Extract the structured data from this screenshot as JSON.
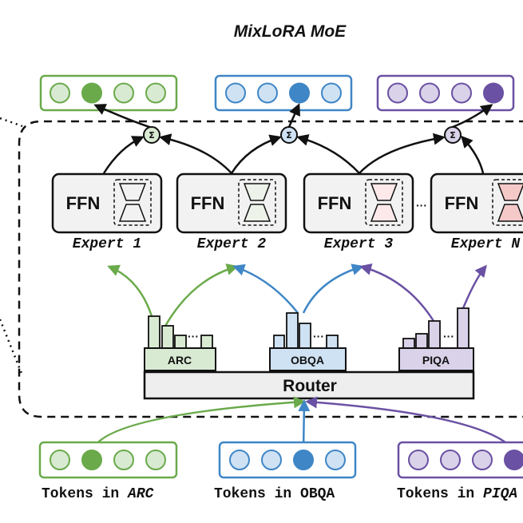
{
  "title": "MixLoRA MoE",
  "ffn_label": "FFN",
  "experts": [
    {
      "label": "Expert 1"
    },
    {
      "label": "Expert 2"
    },
    {
      "label": "Expert 3"
    },
    {
      "label": "Expert N"
    }
  ],
  "expert_ellipsis": "···",
  "sum_symbol": "Σ",
  "router_label": "Router",
  "tasks": [
    {
      "name": "ARC",
      "color": "#6aaa4b",
      "light": "#d9ead3"
    },
    {
      "name": "OBQA",
      "color": "#3f86c6",
      "light": "#cfe2f3"
    },
    {
      "name": "PIQA",
      "color": "#6a51a3",
      "light": "#d9d2e9"
    }
  ],
  "task_ellipsis": "···",
  "inputs": [
    {
      "prefix": "Tokens in ",
      "task": "ARC",
      "italic_task": true
    },
    {
      "prefix": "Tokens in ",
      "task": "OBQA",
      "italic_task": false
    },
    {
      "prefix": "Tokens in ",
      "task": "PIQA",
      "italic_task": true
    }
  ],
  "colors": {
    "green": "#6aaa4b",
    "green_light": "#d9ead3",
    "blue": "#3f86c6",
    "blue_light": "#cfe2f3",
    "purple": "#6a51a3",
    "purple_light": "#d9d2e9",
    "expert_fill": "#f2f2f2",
    "router_fill": "#eeeeee"
  }
}
